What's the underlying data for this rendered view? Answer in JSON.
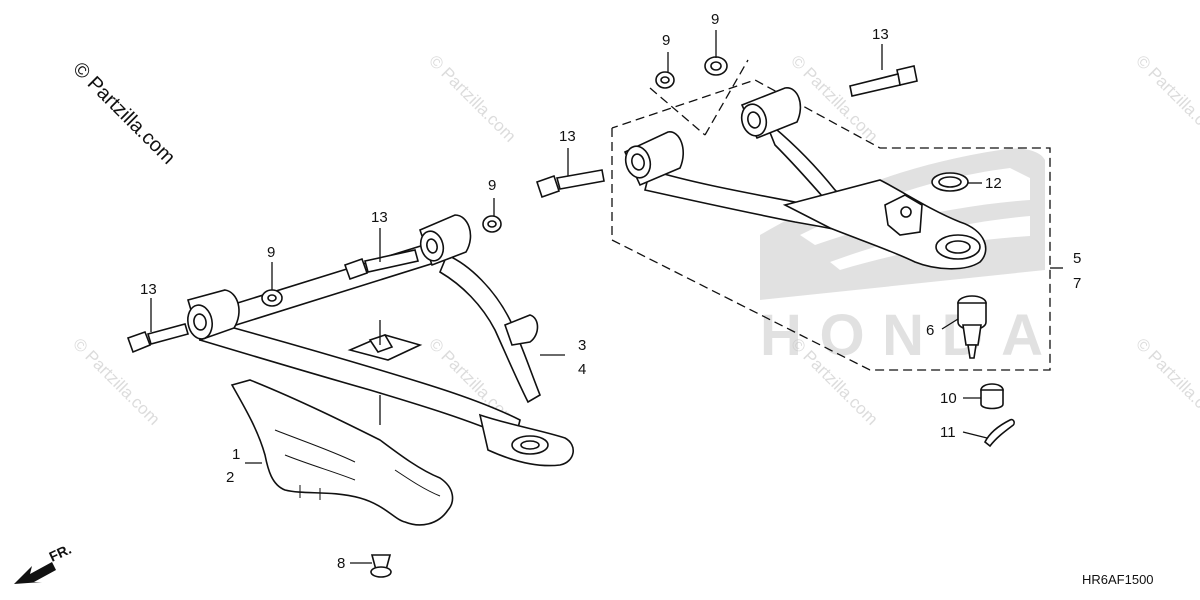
{
  "watermark": {
    "main": "© Partzilla.com",
    "repeat": "© Partzilla.com"
  },
  "brand_logo": "HONDA",
  "diagram_code": "HR6AF1500",
  "direction_label": "FR.",
  "callouts": {
    "c1": "1",
    "c2": "2",
    "c3": "3",
    "c4": "4",
    "c5": "5",
    "c6": "6",
    "c7": "7",
    "c8": "8",
    "c9": "9",
    "c10": "10",
    "c11": "11",
    "c12": "12",
    "c13": "13"
  }
}
